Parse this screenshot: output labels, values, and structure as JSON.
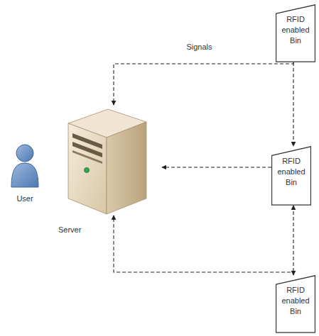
{
  "diagram": {
    "nodes": [
      {
        "text": [
          "User"
        ]
      },
      {
        "text": [
          "Server"
        ]
      },
      {
        "text": [
          "RFID enabled Bin"
        ]
      },
      {
        "text": [
          "RFID enabled Bin"
        ]
      },
      {
        "text": [
          "RFID enabled Bin"
        ]
      }
    ],
    "edges": [
      {
        "from": 2,
        "to": 1,
        "arrow": "to"
      },
      {
        "from": 2,
        "to": 3,
        "arrow": "to"
      },
      {
        "from": 3,
        "to": 1,
        "arrow": "to"
      },
      {
        "from": 3,
        "to": 4,
        "arrow": "both"
      },
      {
        "from": 4,
        "to": 1,
        "arrow": "to"
      }
    ],
    "labels": [
      "Signals"
    ]
  }
}
